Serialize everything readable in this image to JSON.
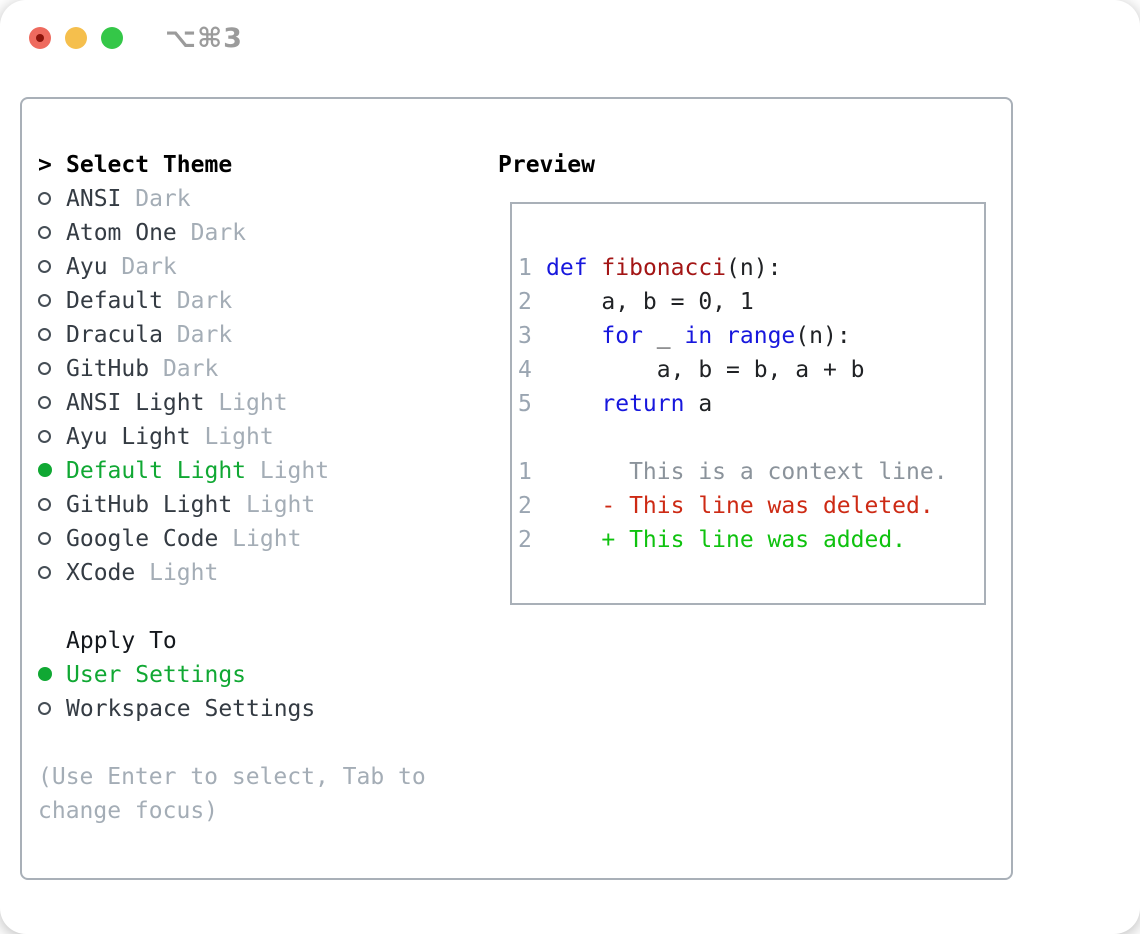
{
  "window": {
    "shortcut": "⌥⌘3",
    "controls": [
      "close-icon",
      "minimize-icon",
      "zoom-icon"
    ]
  },
  "colors": {
    "accent_green": "#10a833",
    "keyword_blue": "#1717dd",
    "function_red": "#a31515",
    "deleted_red": "#cd2a14",
    "added_green": "#0fc20f",
    "muted_gray": "#a4adb6",
    "line_number_gray": "#9aa5b1",
    "panel_border_gray": "#a9b0b8",
    "traffic_red": "#ee6a5e",
    "traffic_yellow": "#f5bf4d",
    "traffic_green": "#34c748"
  },
  "theme_panel": {
    "prompt": ">",
    "title": "Select Theme",
    "items": [
      {
        "name": "ANSI",
        "variant": "Dark",
        "selected": false
      },
      {
        "name": "Atom One",
        "variant": "Dark",
        "selected": false
      },
      {
        "name": "Ayu",
        "variant": "Dark",
        "selected": false
      },
      {
        "name": "Default",
        "variant": "Dark",
        "selected": false
      },
      {
        "name": "Dracula",
        "variant": "Dark",
        "selected": false
      },
      {
        "name": "GitHub",
        "variant": "Dark",
        "selected": false
      },
      {
        "name": "ANSI Light",
        "variant": "Light",
        "selected": false
      },
      {
        "name": "Ayu Light",
        "variant": "Light",
        "selected": false
      },
      {
        "name": "Default Light",
        "variant": "Light",
        "selected": true
      },
      {
        "name": "GitHub Light",
        "variant": "Light",
        "selected": false
      },
      {
        "name": "Google Code",
        "variant": "Light",
        "selected": false
      },
      {
        "name": "XCode",
        "variant": "Light",
        "selected": false
      }
    ],
    "apply_to": {
      "title": "Apply To",
      "options": [
        {
          "label": "User Settings",
          "selected": true
        },
        {
          "label": "Workspace Settings",
          "selected": false
        }
      ]
    },
    "help": "(Use Enter to select, Tab to change focus)"
  },
  "preview": {
    "title": "Preview",
    "code_lines": [
      {
        "num": "1",
        "segments": [
          {
            "text": "def",
            "style": "keyword"
          },
          {
            "text": " ",
            "style": "plain"
          },
          {
            "text": "fibonacci",
            "style": "function"
          },
          {
            "text": "(n):",
            "style": "plain"
          }
        ]
      },
      {
        "num": "2",
        "segments": [
          {
            "text": "    a, b = 0, 1",
            "style": "plain"
          }
        ]
      },
      {
        "num": "3",
        "segments": [
          {
            "text": "    ",
            "style": "plain"
          },
          {
            "text": "for",
            "style": "keyword"
          },
          {
            "text": " _ ",
            "style": "plain"
          },
          {
            "text": "in",
            "style": "keyword"
          },
          {
            "text": " ",
            "style": "plain"
          },
          {
            "text": "range",
            "style": "keyword"
          },
          {
            "text": "(n):",
            "style": "plain"
          }
        ]
      },
      {
        "num": "4",
        "segments": [
          {
            "text": "        a, b = b, a + b",
            "style": "plain"
          }
        ]
      },
      {
        "num": "5",
        "segments": [
          {
            "text": "    ",
            "style": "plain"
          },
          {
            "text": "return",
            "style": "keyword"
          },
          {
            "text": " a",
            "style": "plain"
          }
        ]
      }
    ],
    "diff_lines": [
      {
        "num": "1",
        "segments": [
          {
            "text": "      This is a context line.",
            "style": "context"
          }
        ]
      },
      {
        "num": "2",
        "segments": [
          {
            "text": "    - This line was deleted.",
            "style": "deleted"
          }
        ]
      },
      {
        "num": "2",
        "segments": [
          {
            "text": "    + This line was added.",
            "style": "added"
          }
        ]
      }
    ]
  }
}
